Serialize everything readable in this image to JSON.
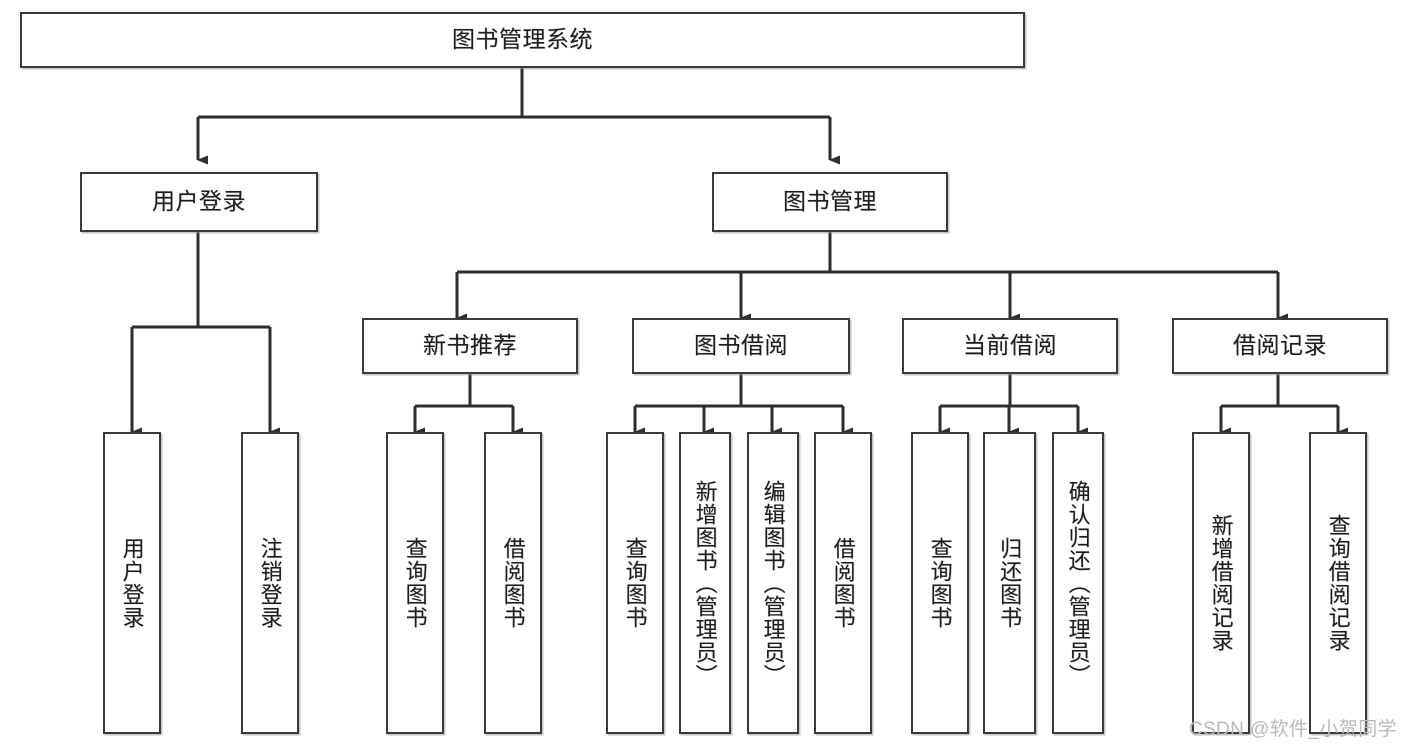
{
  "diagram": {
    "type": "tree-hierarchy",
    "title": "图书管理系统",
    "watermark": "CSDN @软件_小贺同学",
    "colors": {
      "box_border": "#3a3a3a",
      "box_fill": "#ffffff",
      "connector": "#2e2e2e",
      "text": "#1d1d1d",
      "watermark": "#b9b9b9",
      "background": "#ffffff"
    },
    "root": {
      "id": "root",
      "label": "图书管理系统",
      "orientation": "horizontal"
    },
    "level2": [
      {
        "id": "user-login",
        "label": "用户登录",
        "orientation": "horizontal"
      },
      {
        "id": "book-manage",
        "label": "图书管理",
        "orientation": "horizontal"
      }
    ],
    "level3": [
      {
        "id": "new-book-rec",
        "label": "新书推荐",
        "orientation": "horizontal"
      },
      {
        "id": "book-borrow",
        "label": "图书借阅",
        "orientation": "horizontal"
      },
      {
        "id": "current-borrow",
        "label": "当前借阅",
        "orientation": "horizontal"
      },
      {
        "id": "borrow-record",
        "label": "借阅记录",
        "orientation": "horizontal"
      }
    ],
    "leaves": [
      {
        "id": "leaf-user-login",
        "label": "用户登录",
        "parent": "user-login",
        "orientation": "vertical"
      },
      {
        "id": "leaf-logout",
        "label": "注销登录",
        "parent": "user-login",
        "orientation": "vertical"
      },
      {
        "id": "leaf-query-book-rec",
        "label": "查询图书",
        "parent": "new-book-rec",
        "orientation": "vertical"
      },
      {
        "id": "leaf-borrow-book-rec",
        "label": "借阅图书",
        "parent": "new-book-rec",
        "orientation": "vertical"
      },
      {
        "id": "leaf-query-book-borrow",
        "label": "查询图书",
        "parent": "book-borrow",
        "orientation": "vertical"
      },
      {
        "id": "leaf-add-book",
        "label": "新增图书（管理员）",
        "parent": "book-borrow",
        "orientation": "vertical"
      },
      {
        "id": "leaf-edit-book",
        "label": "编辑图书（管理员）",
        "parent": "book-borrow",
        "orientation": "vertical"
      },
      {
        "id": "leaf-borrow-book",
        "label": "借阅图书",
        "parent": "book-borrow",
        "orientation": "vertical"
      },
      {
        "id": "leaf-query-book-current",
        "label": "查询图书",
        "parent": "current-borrow",
        "orientation": "vertical"
      },
      {
        "id": "leaf-return-book",
        "label": "归还图书",
        "parent": "current-borrow",
        "orientation": "vertical"
      },
      {
        "id": "leaf-confirm-return",
        "label": "确认归还（管理员）",
        "parent": "current-borrow",
        "orientation": "vertical"
      },
      {
        "id": "leaf-add-record",
        "label": "新增借阅记录",
        "parent": "borrow-record",
        "orientation": "vertical"
      },
      {
        "id": "leaf-query-record",
        "label": "查询借阅记录",
        "parent": "borrow-record",
        "orientation": "vertical"
      }
    ]
  }
}
